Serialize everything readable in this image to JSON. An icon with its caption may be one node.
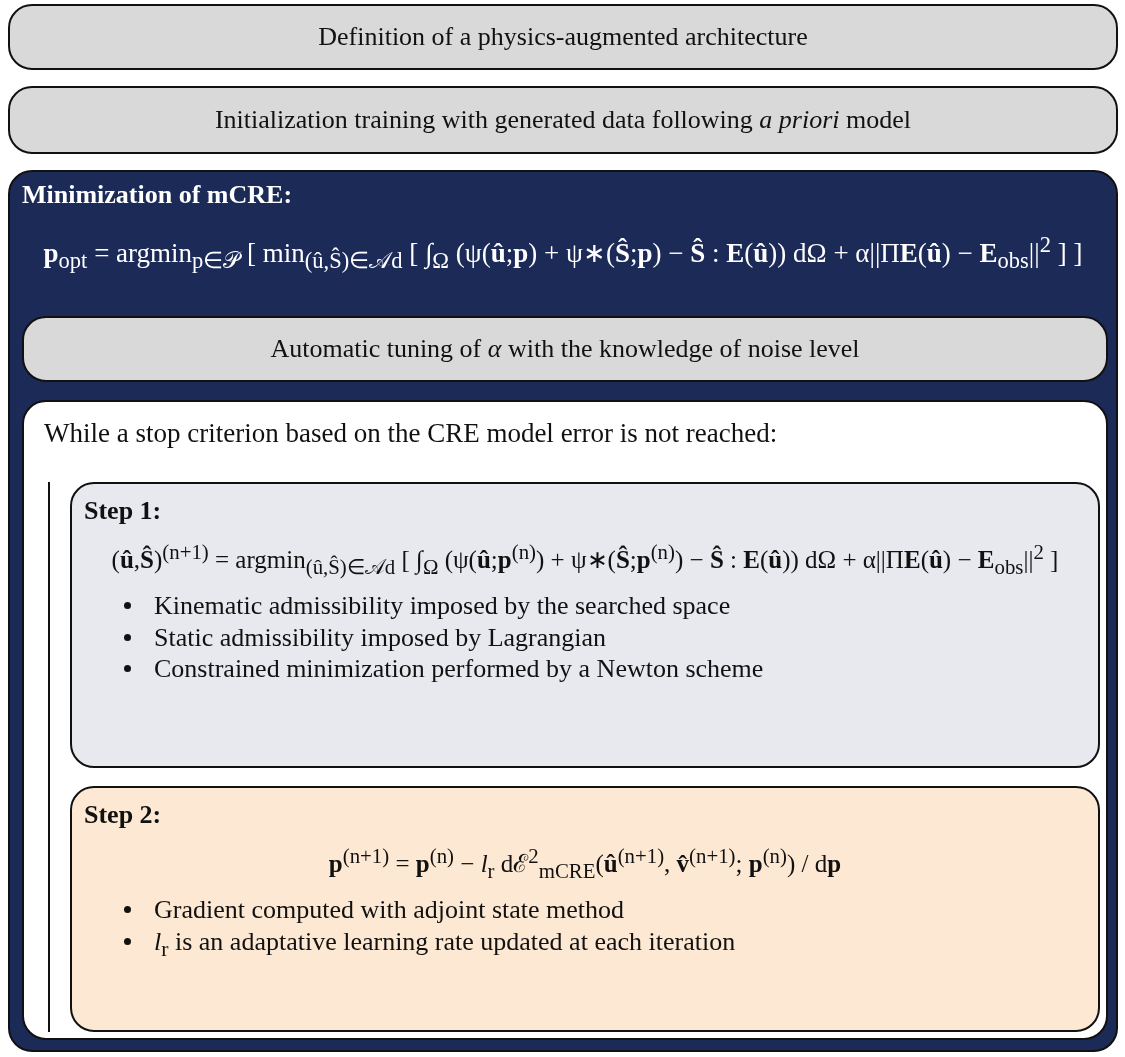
{
  "diagram": {
    "nodes": [
      {
        "text": [
          "Definition of a physics-augmented architecture"
        ]
      },
      {
        "text": [
          "Initialization training with generated data following *a priori* model"
        ]
      },
      {
        "text": [
          "Minimization of mCRE:",
          "**p**$_{opt}$ = argmin$_{p∈𝒫}$ [ min$_{(û,Ŝ)∈𝒜d}$ [ ∫$_{Ω}$ (ψ(**û**;**p**) + ψ∗(**Ŝ**;**p**) − **Ŝ** : **E**(**û**)) dΩ + α||Π**E**(**û**) − **E**$_{obs}$||$^{2}$ ] ]"
        ]
      },
      {
        "text": [
          "Automatic tuning of *α* with the knowledge of noise level"
        ],
        "in": 2
      },
      {
        "text": [
          "While a stop criterion based on the CRE model error is not reached:"
        ],
        "in": 2
      },
      {
        "text": [
          "Step 1:",
          "(**û**,**Ŝ**)$^{(n+1)}$ = argmin$_{(û,Ŝ)∈𝒜d}$ [ ∫$_{Ω}$ (ψ(**û**;**p**$^{(n)}$) + ψ∗(**Ŝ**;**p**$^{(n)}$) − **Ŝ** : **E**(**û**)) dΩ + α||Π**E**(**û**) − **E**$_{obs}$||$^{2}$ ]",
          "Kinematic admissibility imposed by the searched space",
          "Static admissibility imposed by Lagrangian",
          "Constrained minimization performed by a Newton scheme"
        ],
        "in": 4
      },
      {
        "text": [
          "Step 2:",
          "**p**$^{(n+1)}$ = **p**$^{(n)}$ − *l*$_{r}$ dℰ$^{2}$$_{mCRE}$(**û**$^{(n+1)}$, **v̂**$^{(n+1)}$; **p**$^{(n)}$) / d**p**",
          "Gradient computed with adjoint state method",
          "*l*$_{r}$ is an adaptative learning rate updated at each iteration"
        ],
        "in": 4
      }
    ]
  }
}
